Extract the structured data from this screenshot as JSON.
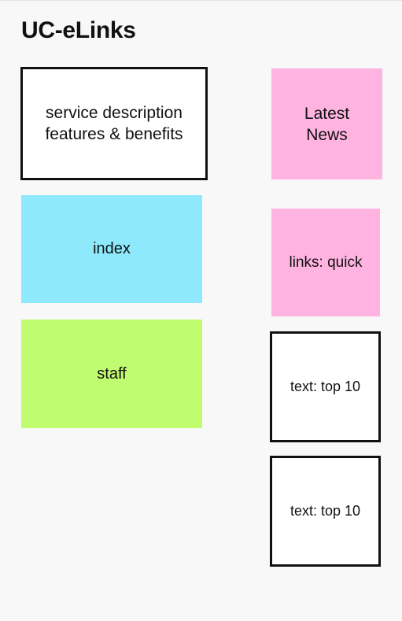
{
  "page": {
    "title": "UC-eLinks"
  },
  "boxes": {
    "service": {
      "line1": "service description",
      "line2": "features & benefits"
    },
    "news": {
      "line1": "Latest",
      "line2": "News"
    },
    "index": {
      "label": "index"
    },
    "links": {
      "label": "links: quick"
    },
    "staff": {
      "label": "staff"
    },
    "top10_first": {
      "label": "text: top 10"
    },
    "top10_second": {
      "label": "text: top 10"
    }
  },
  "colors": {
    "news_fill": "#ffb3e1",
    "links_fill": "#ffb3e1",
    "index_fill": "#8de9fb",
    "staff_fill": "#c0fc6f",
    "outline": "#111111",
    "background": "#f8f8f8"
  }
}
